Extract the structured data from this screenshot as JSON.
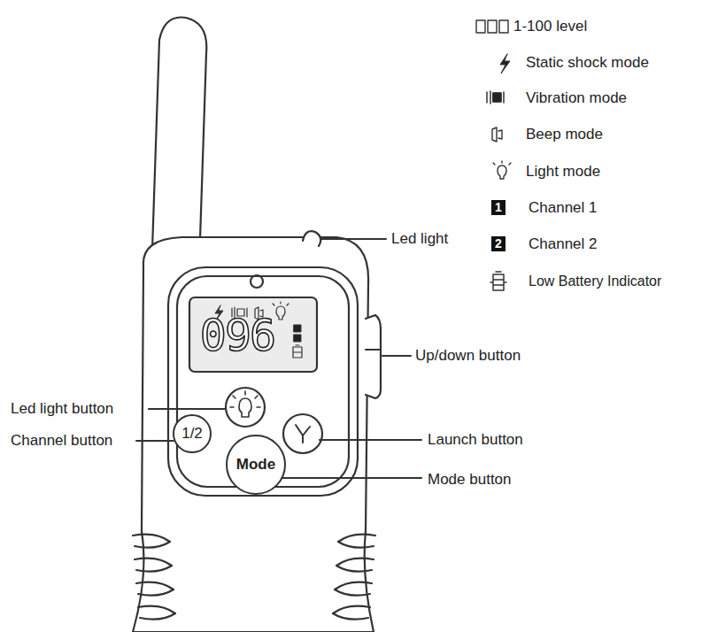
{
  "diagram": {
    "nodes": [
      {
        "text": [
          "096"
        ]
      },
      {
        "text": [
          "1/2"
        ]
      },
      {
        "text": [
          "Mode"
        ]
      }
    ],
    "labels": [
      "Led light",
      "Up/down button",
      "Led light button",
      "Channel button",
      "Launch button",
      "Mode button",
      "1",
      "2"
    ],
    "legend": [
      {
        "text": "1-100 level"
      },
      {
        "text": "Static shock mode"
      },
      {
        "text": "Vibration mode"
      },
      {
        "text": "Beep mode"
      },
      {
        "text": "Light mode"
      },
      {
        "text": "Channel 1"
      },
      {
        "text": "Channel 2"
      },
      {
        "text": "Low Battery Indicator"
      }
    ]
  }
}
